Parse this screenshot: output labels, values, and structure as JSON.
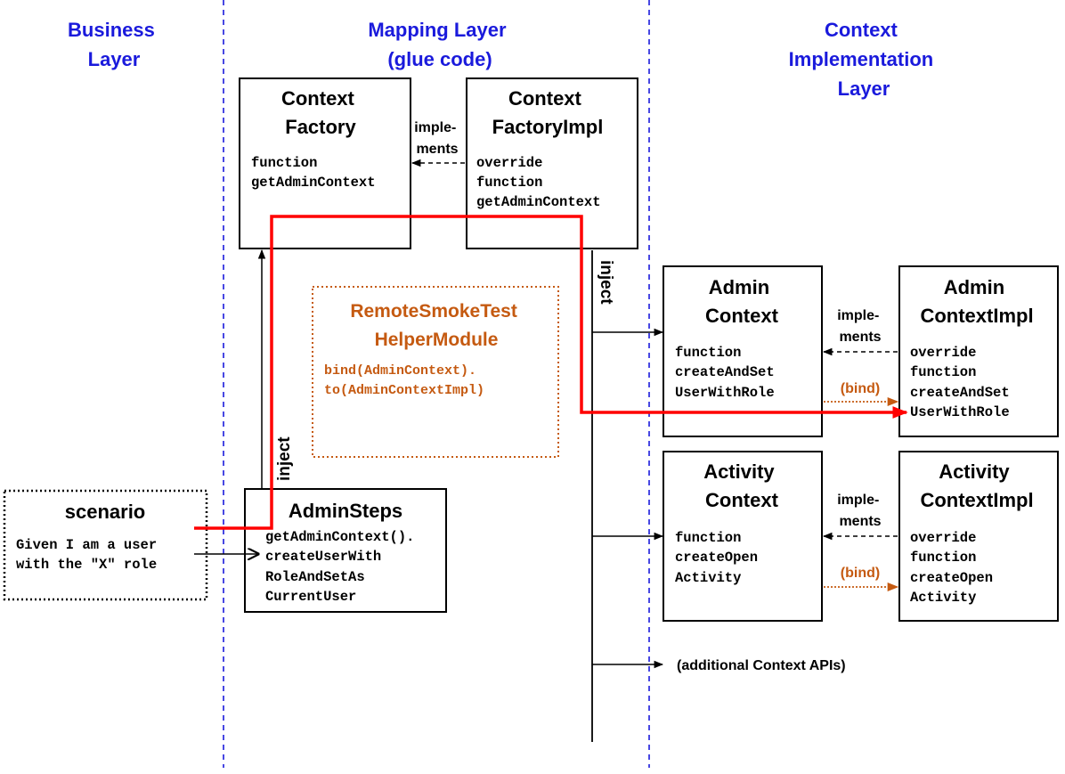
{
  "colors": {
    "layer_divider": "#1a1adc",
    "layer_title": "#1a1adc",
    "flow_path": "#ff0000",
    "module_accent": "#c55a11",
    "box_border": "#000000"
  },
  "layers": {
    "business": [
      "Business",
      "Layer"
    ],
    "mapping": [
      "Mapping Layer",
      "(glue code)"
    ],
    "implementation": [
      "Context",
      "Implementation",
      "Layer"
    ]
  },
  "boxes": {
    "context_factory": {
      "title": [
        "Context",
        "Factory"
      ],
      "code": [
        "function",
        "getAdminContext"
      ]
    },
    "context_factory_impl": {
      "title": [
        "Context",
        "FactoryImpl"
      ],
      "code": [
        "override",
        "function",
        "getAdminContext"
      ]
    },
    "remote_module": {
      "title": [
        "RemoteSmokeTest",
        "HelperModule"
      ],
      "code": [
        "bind(AdminContext).",
        "to(AdminContextImpl)"
      ]
    },
    "scenario": {
      "title": "scenario",
      "code": [
        "Given I am a user",
        "with the \"X\" role"
      ]
    },
    "admin_steps": {
      "title": "AdminSteps",
      "code": [
        "getAdminContext().",
        "createUserWith",
        "RoleAndSetAs",
        "CurrentUser"
      ]
    },
    "admin_context": {
      "title": [
        "Admin",
        "Context"
      ],
      "code": [
        "function",
        "createAndSet",
        "UserWithRole"
      ]
    },
    "admin_context_impl": {
      "title": [
        "Admin",
        "ContextImpl"
      ],
      "code": [
        "override",
        "function",
        "createAndSet",
        "UserWithRole"
      ]
    },
    "activity_context": {
      "title": [
        "Activity",
        "Context"
      ],
      "code": [
        "function",
        "createOpen",
        "Activity"
      ]
    },
    "activity_context_impl": {
      "title": [
        "Activity",
        "ContextImpl"
      ],
      "code": [
        "override",
        "function",
        "createOpen",
        "Activity"
      ]
    }
  },
  "labels": {
    "implements_1": [
      "imple-",
      "ments"
    ],
    "implements_2": [
      "imple-",
      "ments"
    ],
    "implements_3": [
      "imple-",
      "ments"
    ],
    "bind_1": "(bind)",
    "bind_2": "(bind)",
    "inject_vertical_mapping": "inject",
    "inject_vertical_factory": "inject",
    "additional": "(additional Context APIs)"
  }
}
